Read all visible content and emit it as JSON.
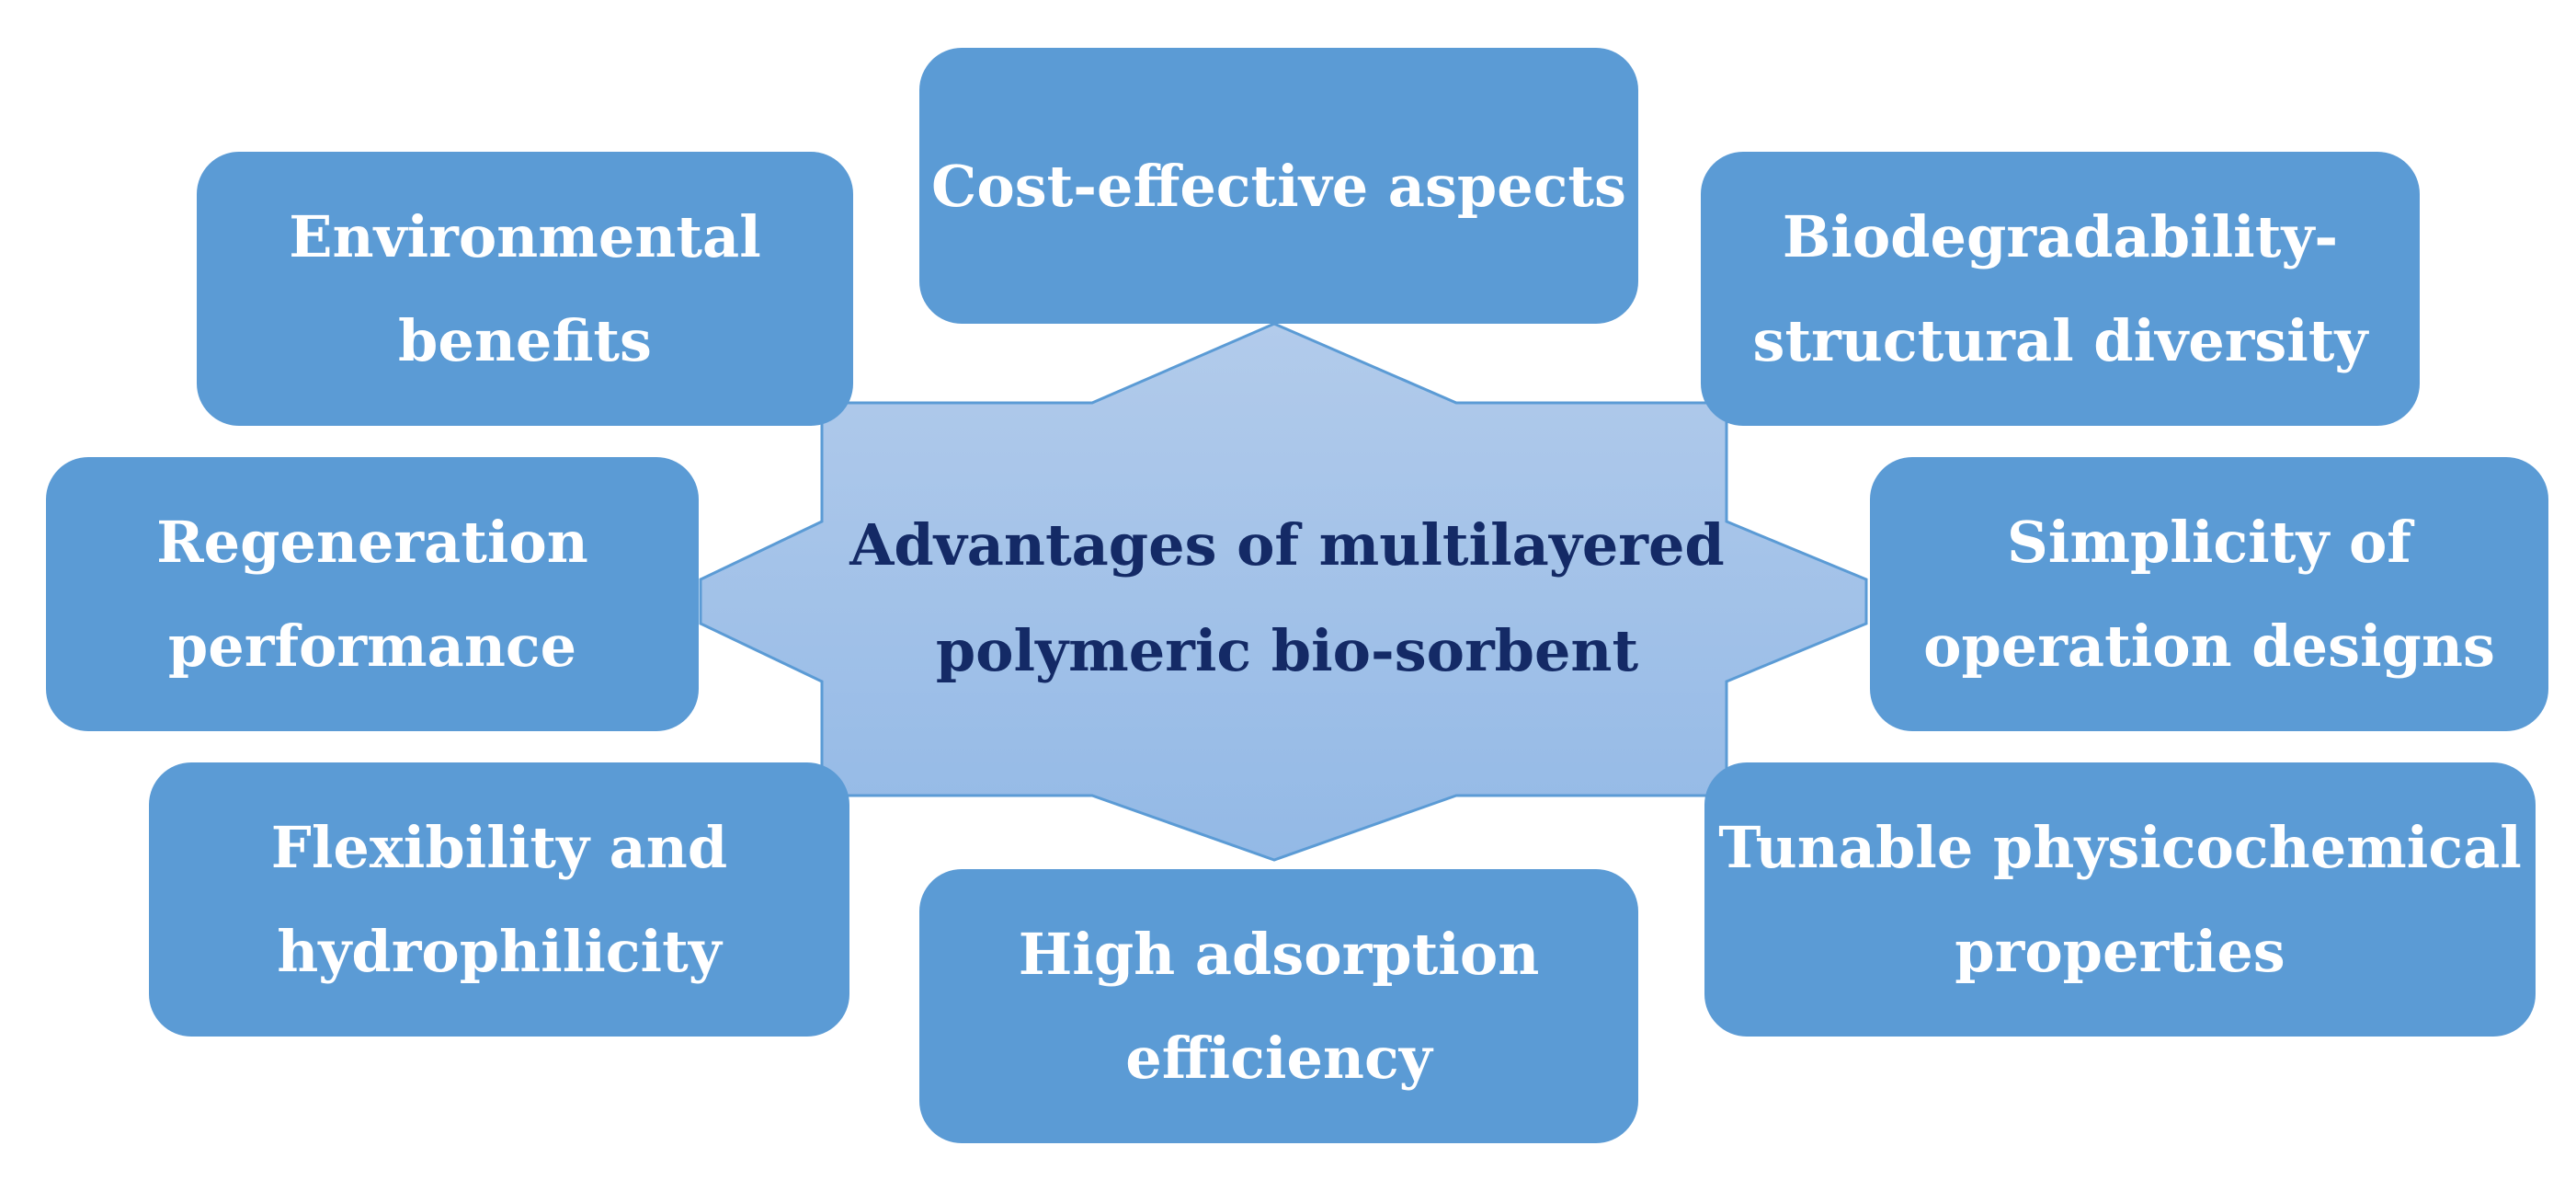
{
  "center": {
    "line1": "Advantages of multilayered",
    "line2": "polymeric bio-sorbent"
  },
  "items": {
    "cost": {
      "line1": "Cost-effective aspects"
    },
    "environmental": {
      "line1": "Environmental",
      "line2": "benefits"
    },
    "biodegradability": {
      "line1": "Biodegradability-",
      "line2": "structural diversity"
    },
    "regeneration": {
      "line1": "Regeneration",
      "line2": "performance"
    },
    "simplicity": {
      "line1": "Simplicity of",
      "line2": "operation designs"
    },
    "flexibility": {
      "line1": "Flexibility and",
      "line2": "hydrophilicity"
    },
    "tunable": {
      "line1": "Tunable physicochemical",
      "line2": "properties"
    },
    "adsorption": {
      "line1": "High adsorption",
      "line2": "efficiency"
    }
  },
  "colors": {
    "box_fill": "#5b9bd5",
    "star_fill_top": "#b2cbeb",
    "star_fill_bottom": "#93b9e6",
    "star_stroke": "#5b9bd5",
    "center_text": "#142a66",
    "box_text": "#ffffff"
  }
}
